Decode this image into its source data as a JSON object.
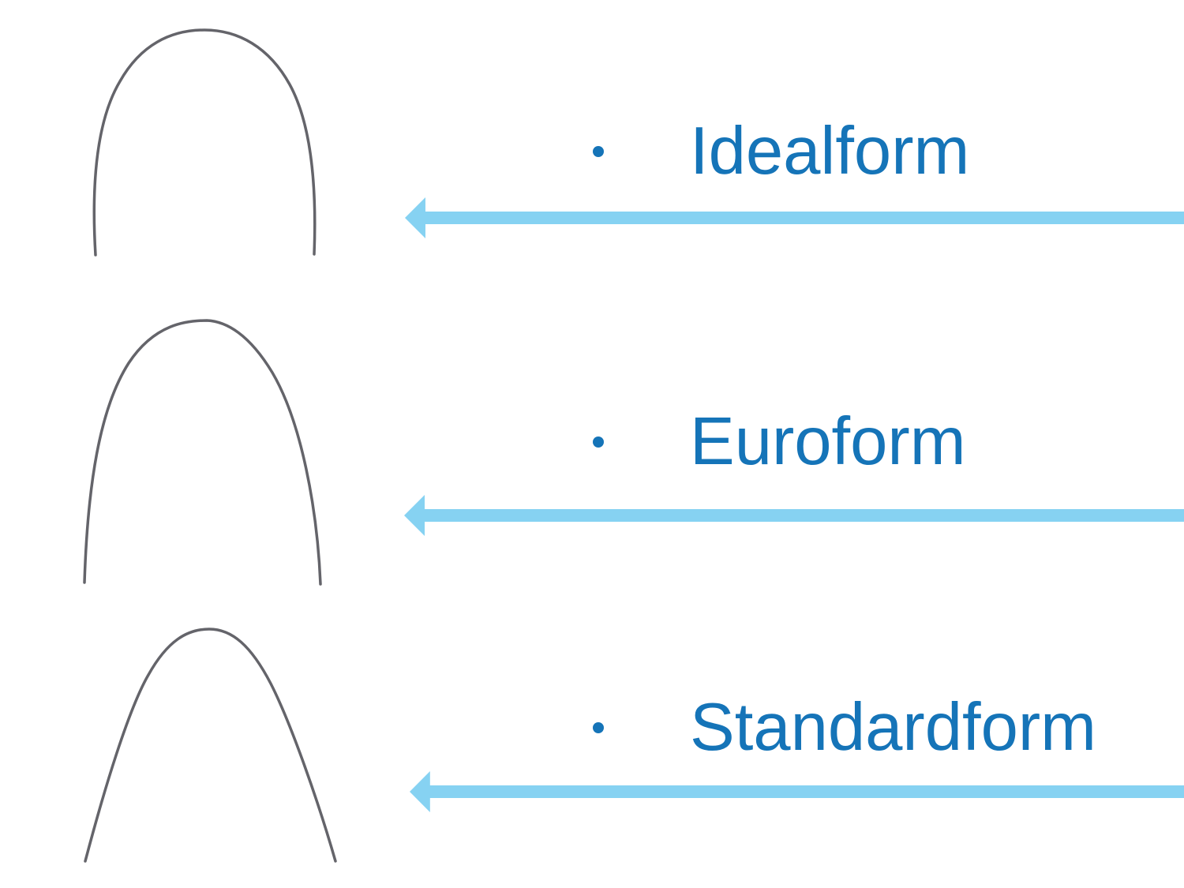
{
  "slide": {
    "items": [
      {
        "label": "Idealform",
        "bullet_icon": "bullet-dot",
        "arrow_icon": "left-arrow",
        "image": "idealform-archwire"
      },
      {
        "label": "Euroform",
        "bullet_icon": "bullet-dot",
        "arrow_icon": "left-arrow",
        "image": "euroform-archwire"
      },
      {
        "label": "Standardform",
        "bullet_icon": "bullet-dot",
        "arrow_icon": "left-arrow",
        "image": "standardform-archwire"
      }
    ]
  },
  "colors": {
    "label_text": "#1574B8",
    "arrow": "#86D2F2",
    "wire": "#64646A",
    "background": "#FFFFFF"
  }
}
